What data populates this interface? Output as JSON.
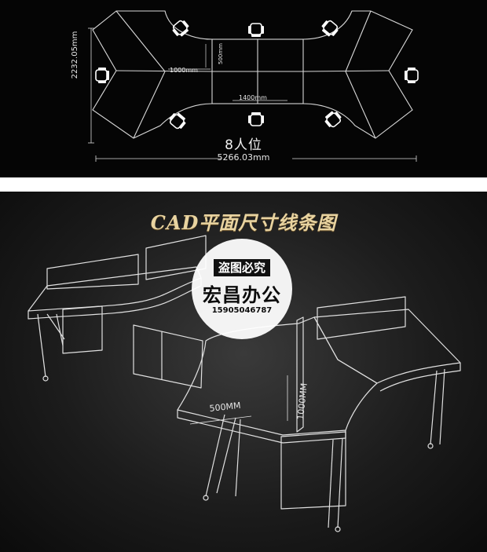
{
  "top_panel": {
    "seat_label": "8人位",
    "total_width": "5266.03mm",
    "height": "2232.05mm",
    "dim_1000": "1000mm",
    "dim_1400": "1400mm",
    "dim_500": "500mm",
    "chair_icon": "office-chair-icon"
  },
  "bottom_panel": {
    "title": "CAD平面尺寸线条图",
    "stamp": {
      "line1": "盗图必究",
      "line2": "宏昌办公",
      "phone": "15905046787"
    },
    "dim_500": "500MM",
    "dim_1000": "1000MM"
  },
  "colors": {
    "panel_bg": "#050505",
    "line": "#d8d8d8",
    "title_gold": "#e8d3a0"
  }
}
